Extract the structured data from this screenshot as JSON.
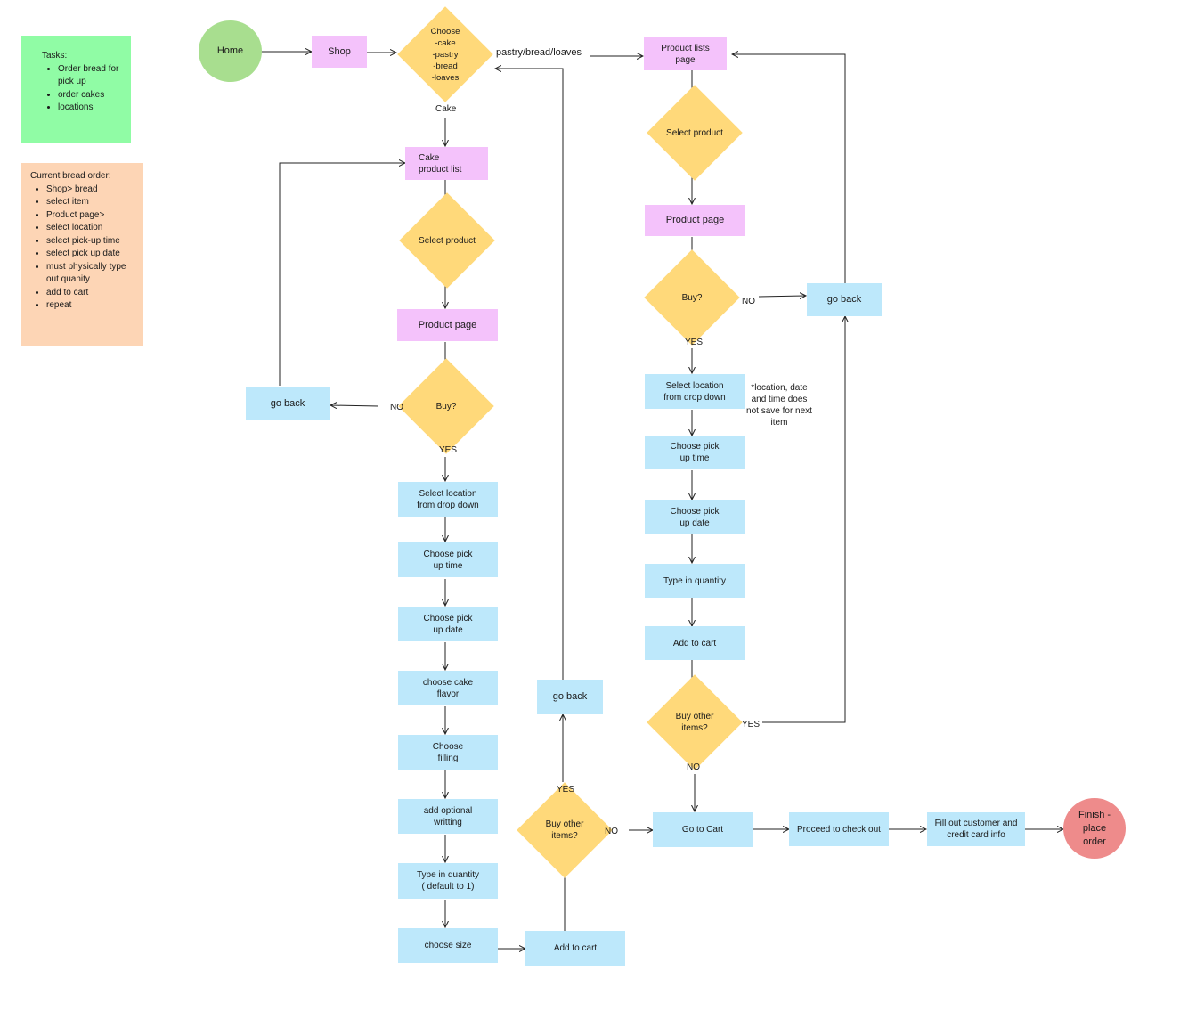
{
  "notes": {
    "tasks": {
      "title": "Tasks:",
      "items": [
        "Order bread for pick up",
        "order cakes",
        "locations"
      ]
    },
    "current": {
      "title": "Current bread order:",
      "items": [
        "Shop> bread",
        "select item",
        "Product page>",
        "select location",
        "select pick-up time",
        "select pick up date",
        "must physically type out quanity",
        "add to cart",
        "repeat"
      ]
    }
  },
  "nodes": {
    "home": "Home",
    "finish": "Finish -\nplace\norder",
    "shop": "Shop",
    "choose": "Choose\n-cake\n-pastry\n-bread\n-loaves",
    "cake_list": "Cake\nproduct list",
    "cake_select": "Select product",
    "cake_product_page": "Product page",
    "cake_buy": "Buy?",
    "cake_go_back": "go back",
    "cake_location": "Select location\nfrom drop down",
    "cake_time": "Choose pick\nup time",
    "cake_date": "Choose pick\nup date",
    "cake_flavor": "choose cake\nflavor",
    "cake_filling": "Choose\nfilling",
    "cake_writing": "add optional\nwritting",
    "cake_quantity": "Type in quantity\n( default to 1)",
    "cake_size": "choose size",
    "cake_add_cart": "Add to cart",
    "cake_buy_other": "Buy other\nitems?",
    "mid_go_back": "go back",
    "bread_list": "Product lists\npage",
    "bread_select": "Select product",
    "bread_product_page": "Product page",
    "bread_buy": "Buy?",
    "bread_go_back": "go back",
    "bread_location": "Select location\nfrom drop down",
    "bread_time": "Choose pick\nup time",
    "bread_date": "Choose pick\nup date",
    "bread_quantity": "Type in quantity",
    "bread_add_cart": "Add to cart",
    "bread_buy_other": "Buy other\nitems?",
    "go_to_cart": "Go to Cart",
    "checkout": "Proceed to check out",
    "fill_out": "Fill out customer and\ncredit card info"
  },
  "labels": {
    "pastry_bread": "pastry/bread/loaves",
    "cake": "Cake",
    "cake_no": "NO",
    "cake_yes": "YES",
    "mid_yes": "YES",
    "mid_no": "NO",
    "bread_no": "NO",
    "bread_yes": "YES",
    "bread_other_yes": "YES",
    "bread_other_no": "NO",
    "footnote": "*location, date\nand time does\nnot save for next\nitem"
  },
  "colors": {
    "pink": "#f4c2fb",
    "blue": "#bde8fb",
    "diamond": "#ffd97a",
    "home": "#a8de8f",
    "finish": "#ee8b8b",
    "tasks_note": "#90fca5",
    "current_note": "#fdd5b5"
  }
}
